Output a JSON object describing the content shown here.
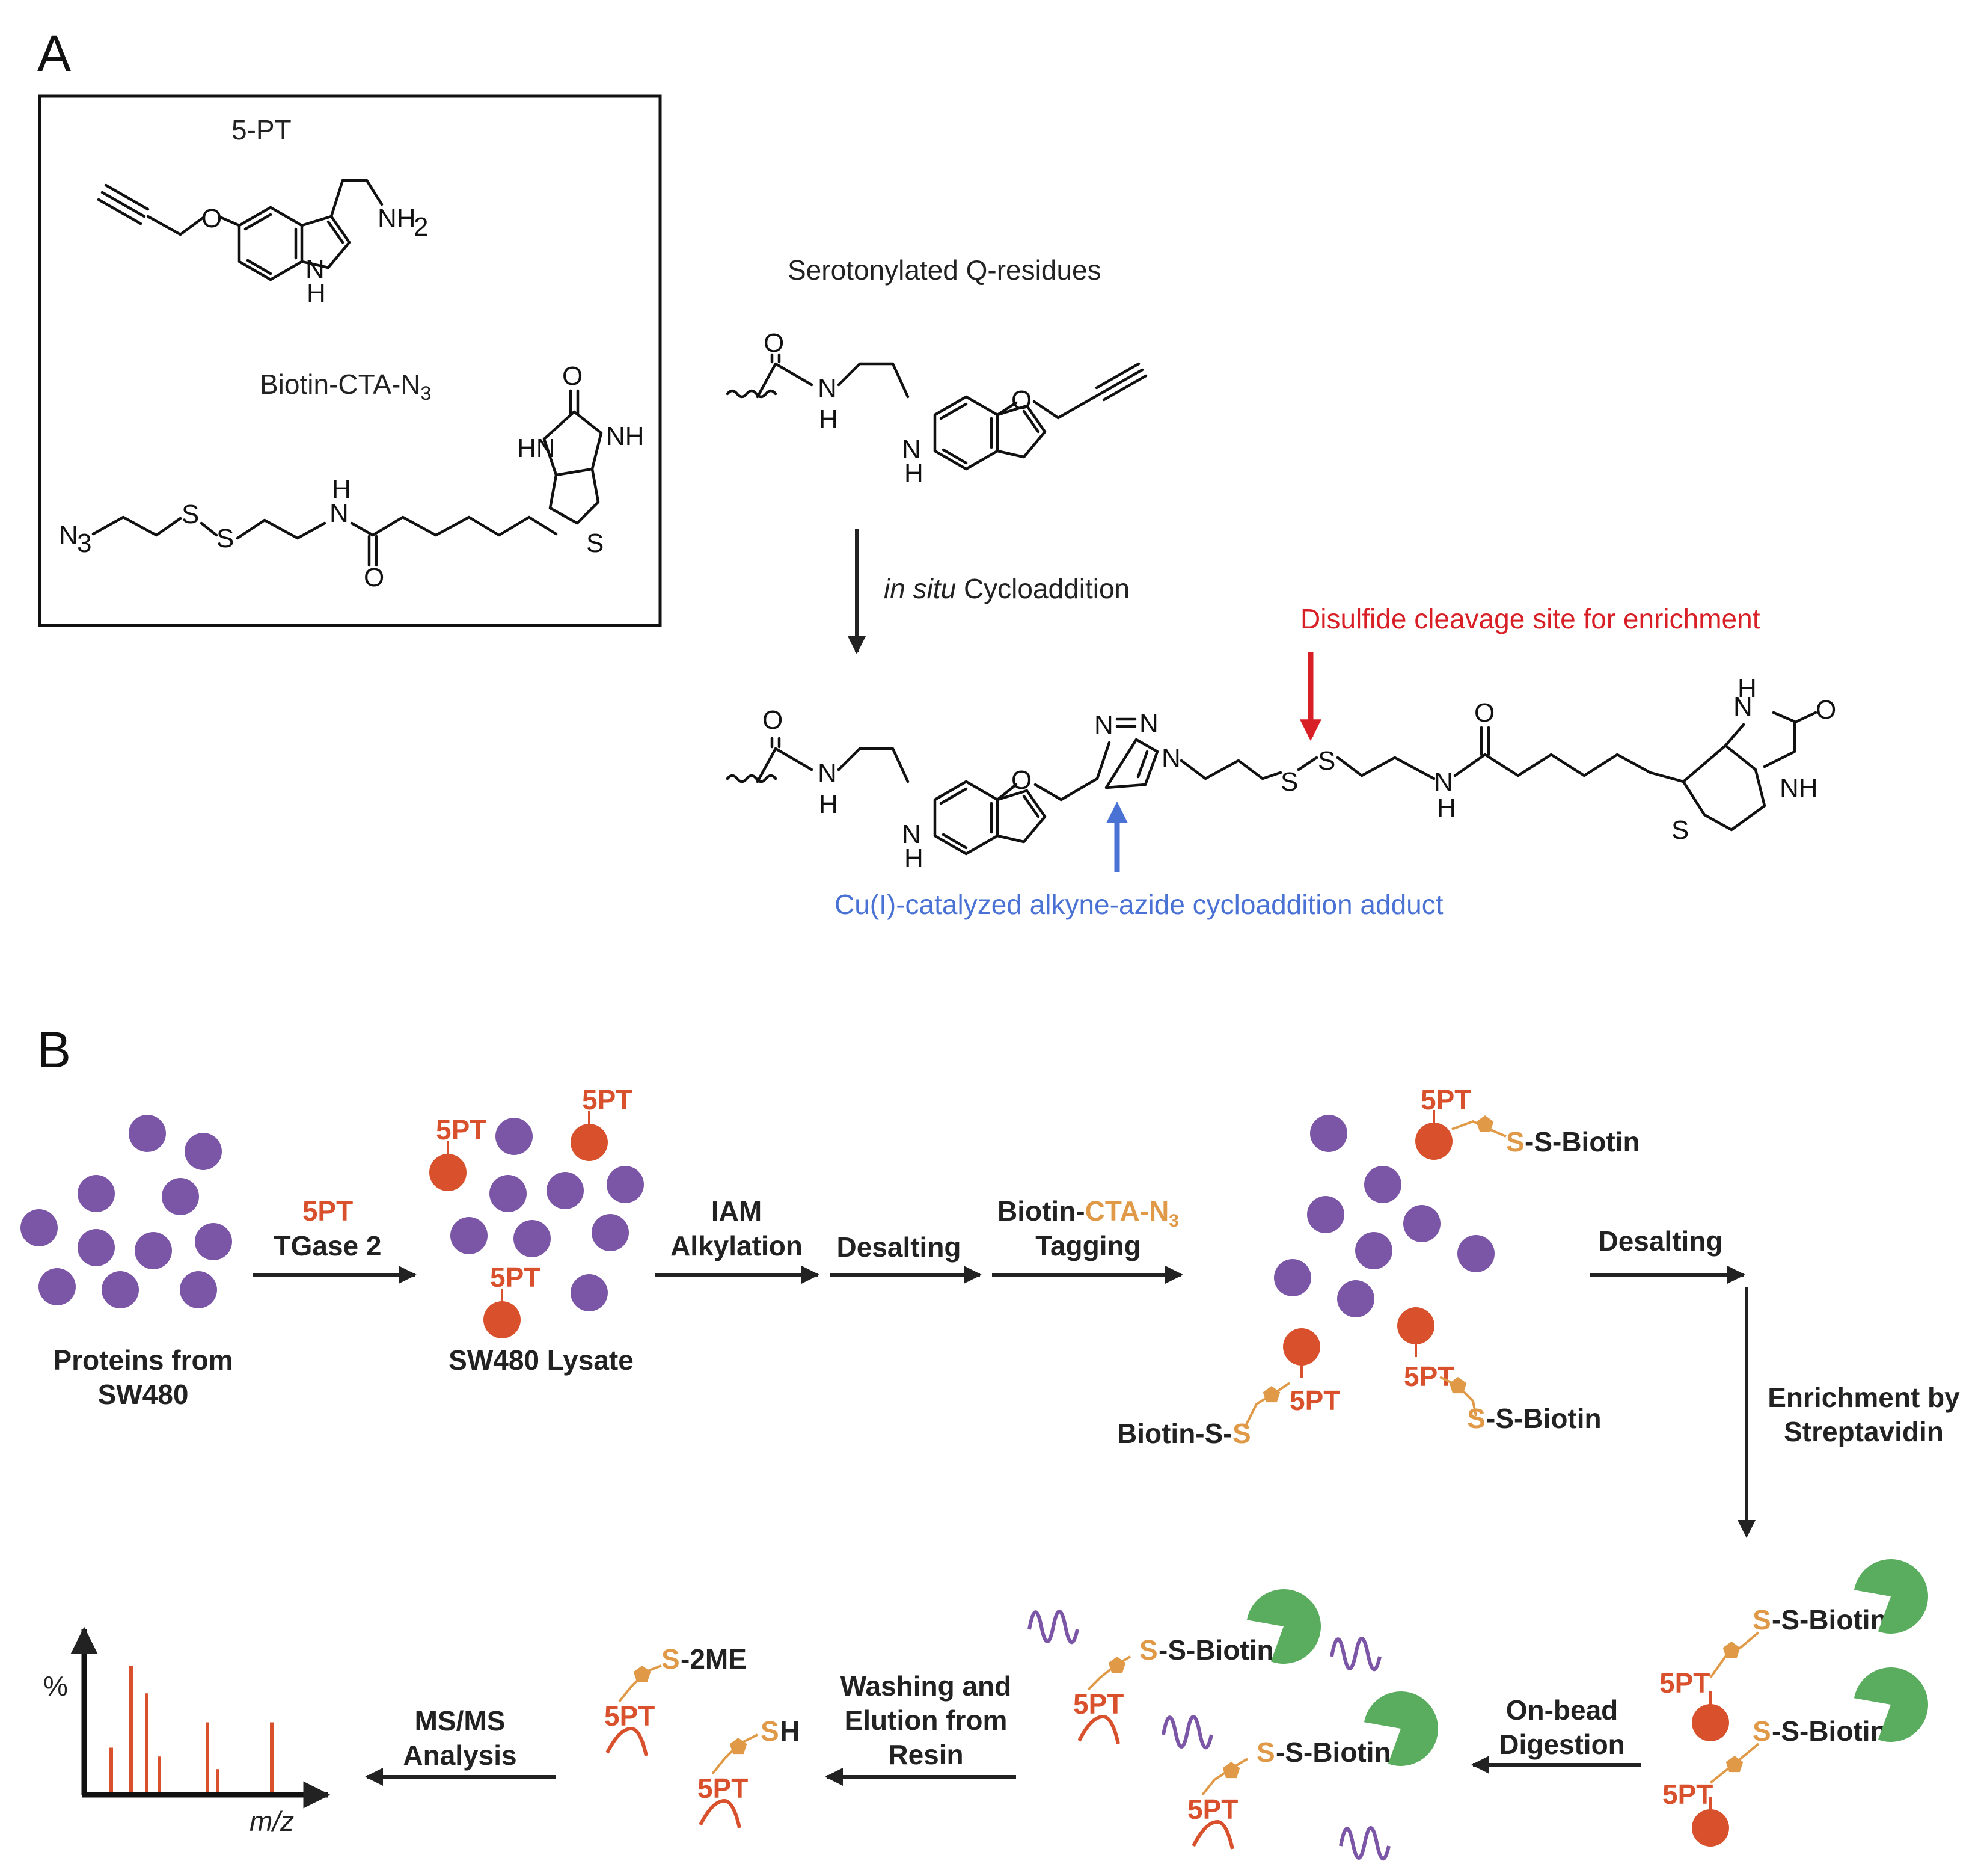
{
  "panels": {
    "a": "A",
    "b": "B"
  },
  "panel_a": {
    "box": {
      "compound1": "5-PT",
      "compound2_prefix": "Biotin-CTA-N",
      "compound2_sub": "3"
    },
    "serotonylated_title": "Serotonylated Q-residues",
    "reaction_italic": "in situ",
    "reaction_rest": " Cycloaddition",
    "disulfide_note": "Disulfide cleavage site for enrichment",
    "cuaac_note": "Cu(I)-catalyzed alkyne-azide cycloaddition adduct",
    "atoms": {
      "O": "O",
      "N": "N",
      "S": "S",
      "H": "H",
      "HN": "HN",
      "NH": "NH",
      "NH2": "NH",
      "two": "2",
      "N3": "N",
      "three": "3"
    }
  },
  "panel_b": {
    "tag_5pt": "5PT",
    "s": "S",
    "ss_biotin": "-S-Biotin",
    "biotin_s": "Biotin-S-",
    "s_2me": "-2ME",
    "sh_h": "H",
    "step_proteins_1": "Proteins from",
    "step_proteins_2": "SW480",
    "step_tgase_1": "5PT",
    "step_tgase_2": "TGase 2",
    "step_lysate": "SW480 Lysate",
    "step_iam_1": "IAM",
    "step_iam_2": "Alkylation",
    "step_desalting": "Desalting",
    "step_tag_1a": "Biotin-",
    "step_tag_1b": "CTA-N",
    "step_tag_1c": "3",
    "step_tag_2": "Tagging",
    "step_desalting2": "Desalting",
    "step_enrich_1": "Enrichment by",
    "step_enrich_2": "Streptavidin",
    "step_digest_1": "On-bead",
    "step_digest_2": "Digestion",
    "step_wash_1": "Washing and",
    "step_wash_2": "Elution from",
    "step_wash_3": "Resin",
    "step_ms_1": "MS/MS",
    "step_ms_2": "Analysis",
    "spectrum_y": "%",
    "spectrum_x": "m/z"
  },
  "colors": {
    "protein": "#7b56a6",
    "tag_ball": "#d8512c",
    "linker": "#e09a47",
    "streptavidin": "#5aad5e",
    "disulfide_arrow": "#d81f26",
    "cuaac_arrow": "#4a72d4"
  },
  "spectrum_peaks": [
    0.35,
    1.0,
    0.78,
    0.28,
    0.55,
    0.18,
    0.55
  ]
}
